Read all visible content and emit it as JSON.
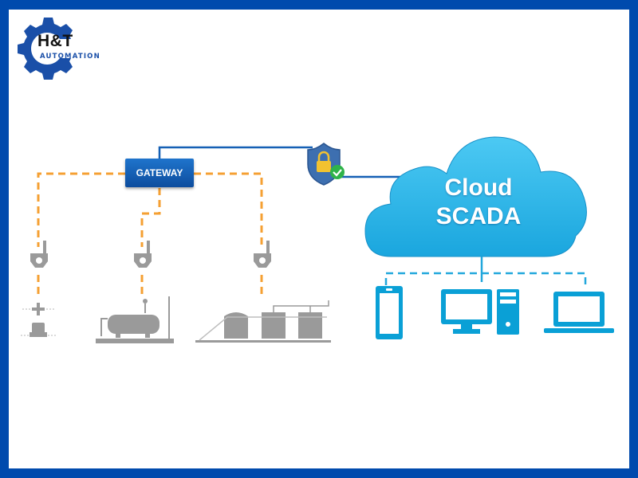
{
  "logo": {
    "title": "H&T",
    "subtitle": "AUTOMATION"
  },
  "diagram": {
    "gateway_label": "GATEWAY",
    "cloud_label_line1": "Cloud",
    "cloud_label_line2": "SCADA",
    "field_devices": [
      "valve-assembly",
      "storage-tank",
      "tank-array"
    ],
    "client_devices": [
      "smartphone",
      "desktop-computer",
      "laptop"
    ]
  },
  "colors": {
    "frame": "#004aad",
    "field_link": "#f5a033",
    "cloud": "#29b6e8",
    "client_icons": "#0aa0d6",
    "gateway": "#1560b5"
  }
}
